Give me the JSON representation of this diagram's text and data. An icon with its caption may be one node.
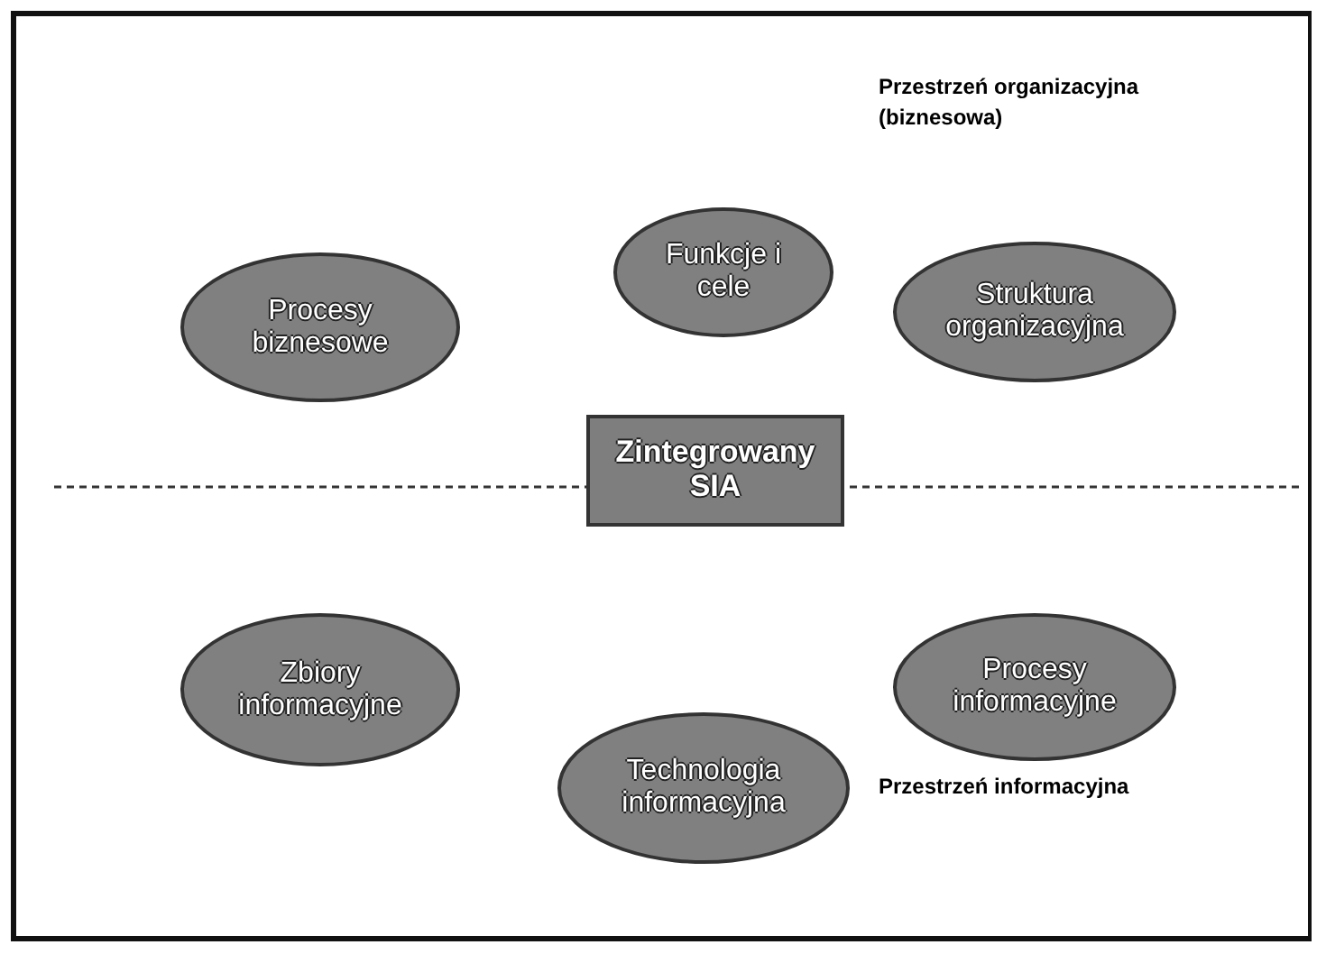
{
  "diagram": {
    "nodes": [
      {
        "text": [
          "Funkcje i cele"
        ]
      },
      {
        "text": [
          "Procesy biznesowe"
        ]
      },
      {
        "text": [
          "Struktura organizacyjna"
        ]
      },
      {
        "text": [
          "Zintegrowany SIA"
        ]
      },
      {
        "text": [
          "Zbiory informacyjne"
        ]
      },
      {
        "text": [
          "Procesy informacyjne"
        ]
      },
      {
        "text": [
          "Technologia informacyjna"
        ]
      }
    ],
    "labels": [
      "Przestrzeń organizacyjna (biznesowa)",
      "Przestrzeń informacyjna"
    ]
  }
}
